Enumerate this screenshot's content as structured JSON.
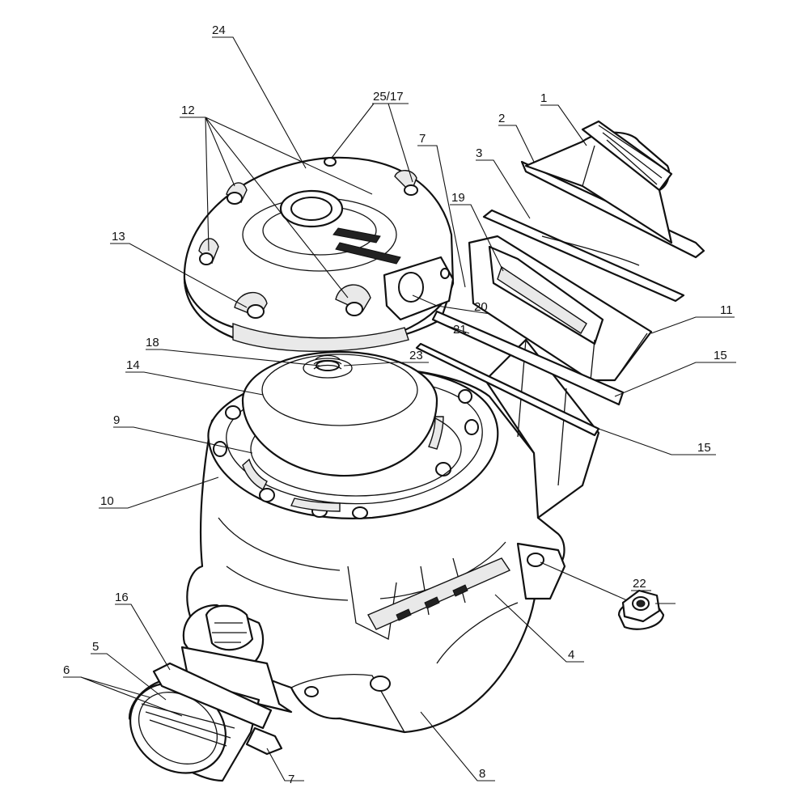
{
  "callouts": [
    {
      "id": "c-24",
      "text": "24"
    },
    {
      "id": "c-25-17",
      "text": "25/17"
    },
    {
      "id": "c-12",
      "text": "12"
    },
    {
      "id": "c-1",
      "text": "1"
    },
    {
      "id": "c-2",
      "text": "2"
    },
    {
      "id": "c-3",
      "text": "3"
    },
    {
      "id": "c-7-top",
      "text": "7"
    },
    {
      "id": "c-19",
      "text": "19"
    },
    {
      "id": "c-13",
      "text": "13"
    },
    {
      "id": "c-20",
      "text": "20"
    },
    {
      "id": "c-21",
      "text": "21"
    },
    {
      "id": "c-11",
      "text": "11"
    },
    {
      "id": "c-18",
      "text": "18"
    },
    {
      "id": "c-23",
      "text": "23"
    },
    {
      "id": "c-15-a",
      "text": "15"
    },
    {
      "id": "c-14",
      "text": "14"
    },
    {
      "id": "c-9",
      "text": "9"
    },
    {
      "id": "c-15-b",
      "text": "15"
    },
    {
      "id": "c-10",
      "text": "10"
    },
    {
      "id": "c-22",
      "text": "22"
    },
    {
      "id": "c-16",
      "text": "16"
    },
    {
      "id": "c-5",
      "text": "5"
    },
    {
      "id": "c-4",
      "text": "4"
    },
    {
      "id": "c-6",
      "text": "6"
    },
    {
      "id": "c-8",
      "text": "8"
    },
    {
      "id": "c-7-bottom",
      "text": "7"
    }
  ]
}
